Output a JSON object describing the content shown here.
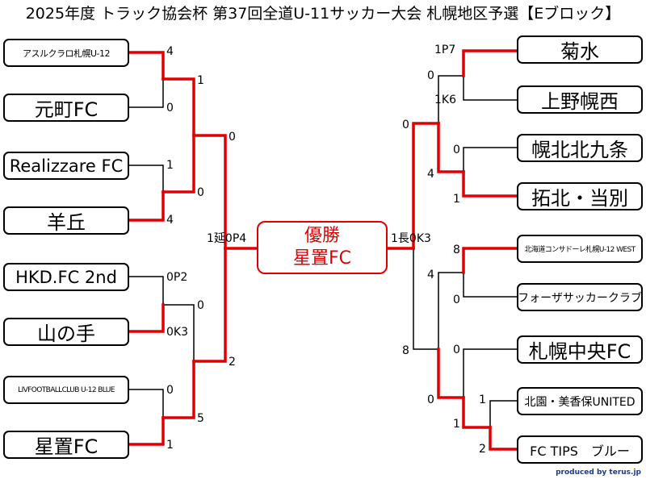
{
  "title": "2025年度 トラック協会杯 第37回全道U-11サッカー大会 札幌地区予選【Eブロック】",
  "champion": {
    "label": "優勝",
    "team": "星置FC"
  },
  "left_teams": [
    "アスルクラロ札幌U-12",
    "元町FC",
    "Realizzare FC",
    "羊丘",
    "HKD.FC 2nd",
    "山の手",
    "LIVFOOTBALLCLUB U-12 BLUE",
    "星置FC"
  ],
  "right_teams": [
    "菊水",
    "上野幌西",
    "幌北北九条",
    "拓北・当別",
    "北海道コンサドーレ札幌U-12 WEST",
    "フォーザサッカークラブ",
    "札幌中央FC",
    "北園・美香保UNITED",
    "FC TIPS　ブルー"
  ],
  "left_scores": {
    "r1_a": "4",
    "r1_b": "0",
    "r1_c": "1",
    "r1_d": "4",
    "r1_e": "0P2",
    "r1_f": "0K3",
    "r1_g": "0",
    "r1_h": "1",
    "r2_a": "1",
    "r2_b": "0",
    "r2_c": "0",
    "r2_d": "5",
    "r3_a": "0",
    "r3_b": "2"
  },
  "right_scores": {
    "r1_a": "1P7",
    "r1_b": "1K6",
    "r1_c": "0",
    "r1_d": "1",
    "r1_e": "8",
    "r1_f": "0",
    "r1_g": "0",
    "r0_a": "1",
    "r0_b": "2",
    "r0_c": "1",
    "r2_a": "0",
    "r2_b": "4",
    "r2_c": "4",
    "r2_d": "0",
    "r3_a": "0",
    "r3_b": "8"
  },
  "final_scores": {
    "left": "1延0P4",
    "right": "1長0K3"
  },
  "credit": "produced by terus.jp",
  "colors": {
    "win": "#e00000",
    "line": "#000000"
  }
}
